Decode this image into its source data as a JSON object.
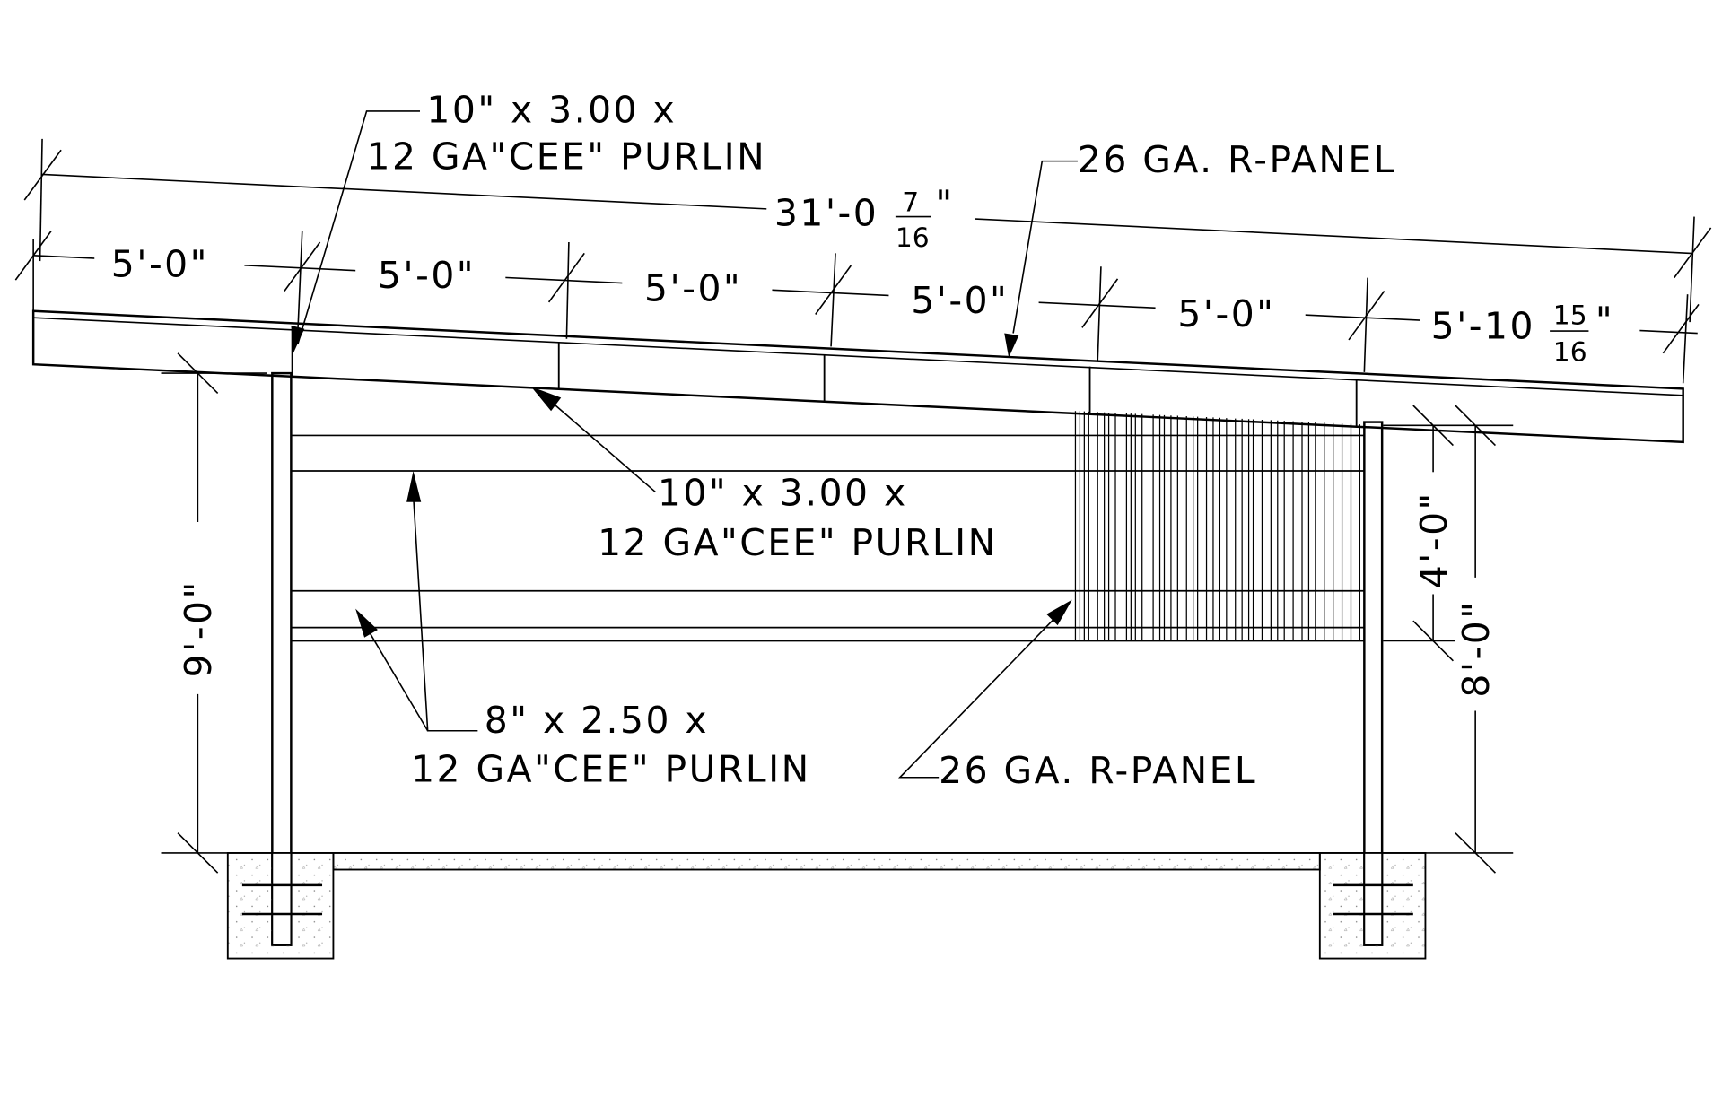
{
  "title_leader_top_left": {
    "line1": "10\" x 3.00 x",
    "line2": "12 GA\"CEE\" PURLIN"
  },
  "title_leader_top_right": {
    "text": "26 GA. R-PANEL"
  },
  "overall_dimension": {
    "whole": "31'-0",
    "frac_num": "7",
    "frac_den": "16",
    "inch_mark": "\""
  },
  "segment_dimensions": [
    {
      "text": "5'-0\""
    },
    {
      "text": "5'-0\""
    },
    {
      "text": "5'-0\""
    },
    {
      "text": "5'-0\""
    },
    {
      "text": "5'-0\""
    },
    {
      "whole": "5'-10",
      "frac_num": "15",
      "frac_den": "16",
      "inch_mark": "\""
    }
  ],
  "leader_mid_purlin": {
    "line1": "10\" x 3.00 x",
    "line2": "12 GA\"CEE\" PURLIN"
  },
  "leader_low_purlin": {
    "line1": "8\" x 2.50 x",
    "line2": "12 GA\"CEE\" PURLIN"
  },
  "leader_wall_panel": {
    "text": "26 GA. R-PANEL"
  },
  "height_dimensions": {
    "left": "9'-0\"",
    "right_upper": "4'-0\"",
    "right_total": "8'-0\""
  }
}
